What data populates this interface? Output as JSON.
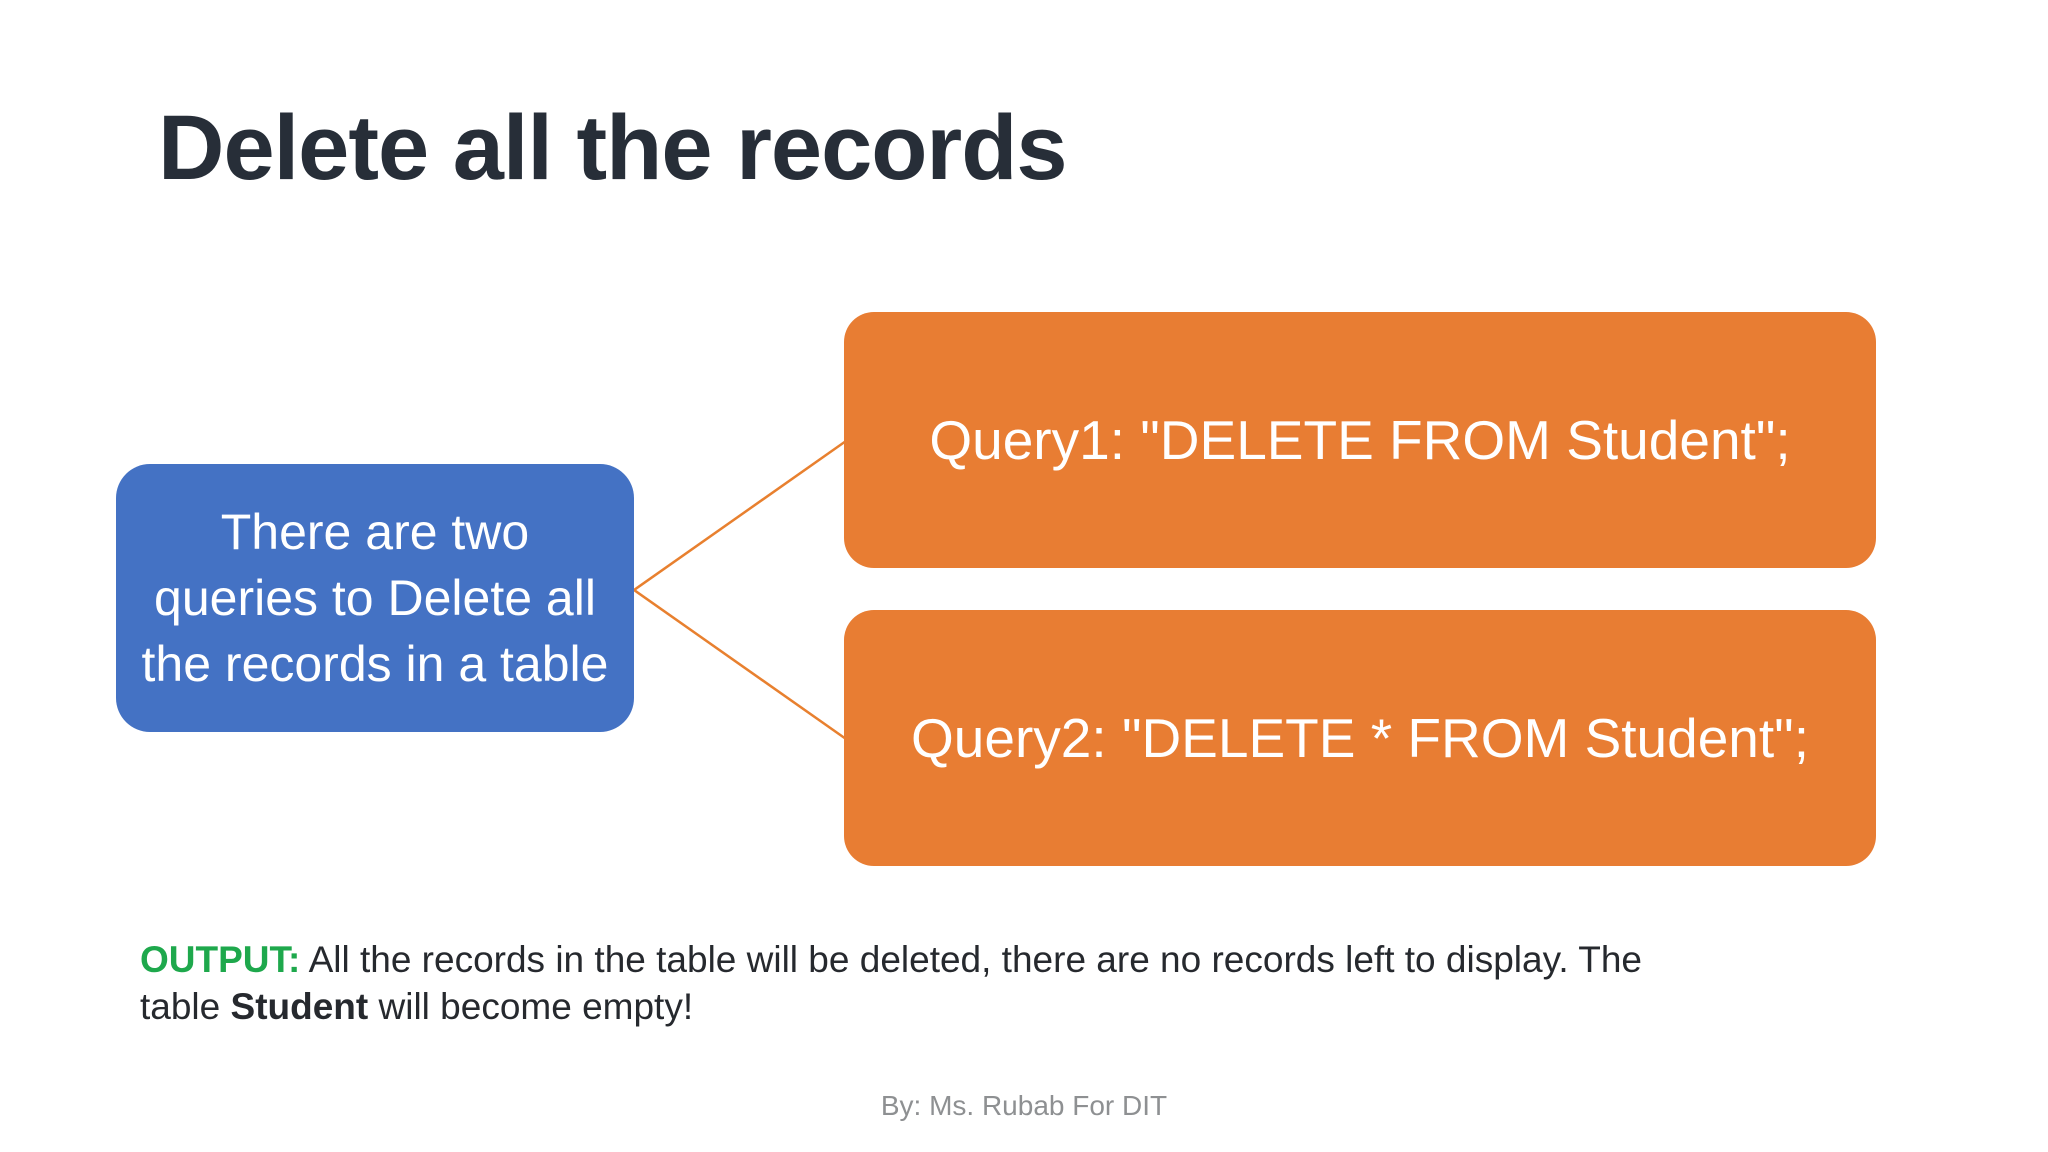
{
  "slide": {
    "title": "Delete all the records",
    "diagram": {
      "source_box": {
        "color": "#4472C4",
        "text_color": "#ffffff",
        "lines": [
          "There are two",
          "queries to Delete all",
          "the records in a table"
        ]
      },
      "query_boxes": [
        {
          "label": "Query1: \"DELETE FROM Student\";",
          "color": "#E87D33",
          "text_color": "#ffffff"
        },
        {
          "label": "Query2: \"DELETE * FROM Student\";",
          "color": "#E87D33",
          "text_color": "#ffffff"
        }
      ],
      "connector_color": "#E8802F"
    },
    "output": {
      "label": "OUTPUT:",
      "label_color": "#1EA84C",
      "text_before_bold": " All the records in the table will be deleted, there are no records left to display. The table ",
      "bold_word": "Student",
      "text_after_bold": " will become empty!"
    },
    "footer": "By: Ms. Rubab For DIT"
  }
}
